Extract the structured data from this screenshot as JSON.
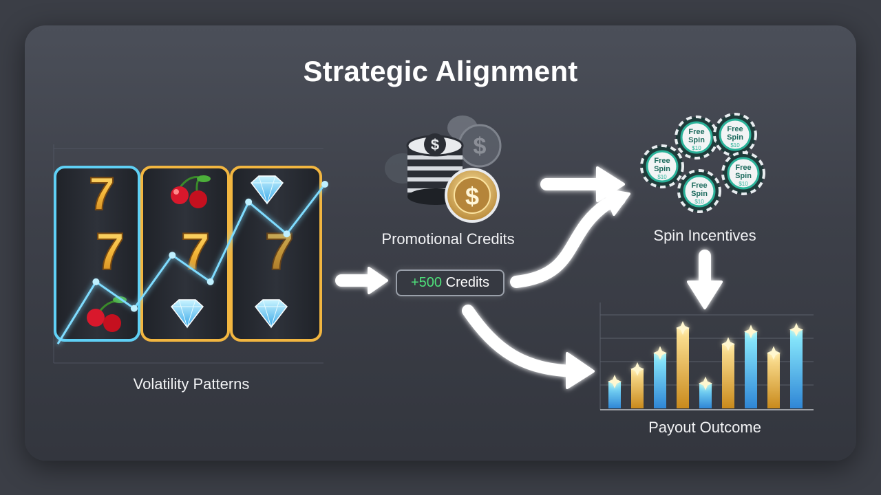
{
  "title": "Strategic Alignment",
  "nodes": {
    "volatility": "Volatility Patterns",
    "promotional": "Promotional Credits",
    "spin": "Spin Incentives",
    "payout": "Payout Outcome"
  },
  "credits_pill": {
    "amount": "+500",
    "unit": "Credits"
  },
  "chips": {
    "free_spin_text_1": "Free",
    "free_spin_text_2": "Spin",
    "free_spin_value": "$10"
  },
  "colors": {
    "accent_green": "#4ee07a",
    "chip_teal": "#2bb39a",
    "gold": "#f2b640",
    "cyan": "#5fd0f5"
  },
  "payout_bars": [
    0.3,
    0.44,
    0.62,
    0.9,
    0.28,
    0.72,
    0.86,
    0.62,
    0.88
  ],
  "volatility_line": [
    0.1,
    0.45,
    0.3,
    0.6,
    0.45,
    0.9,
    0.72,
    1.0
  ]
}
